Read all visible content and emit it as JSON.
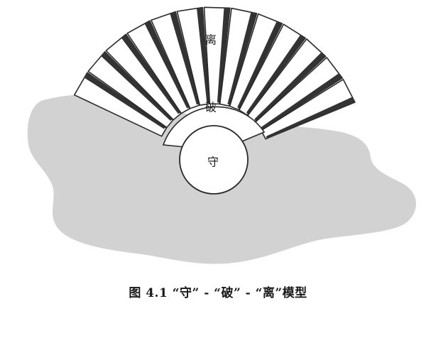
{
  "diagram": {
    "labels": {
      "outer": "离",
      "middle": "破",
      "inner": "守"
    },
    "blade_count": 13
  },
  "caption": "图 4.1 “守” - “破” - “离”模型"
}
